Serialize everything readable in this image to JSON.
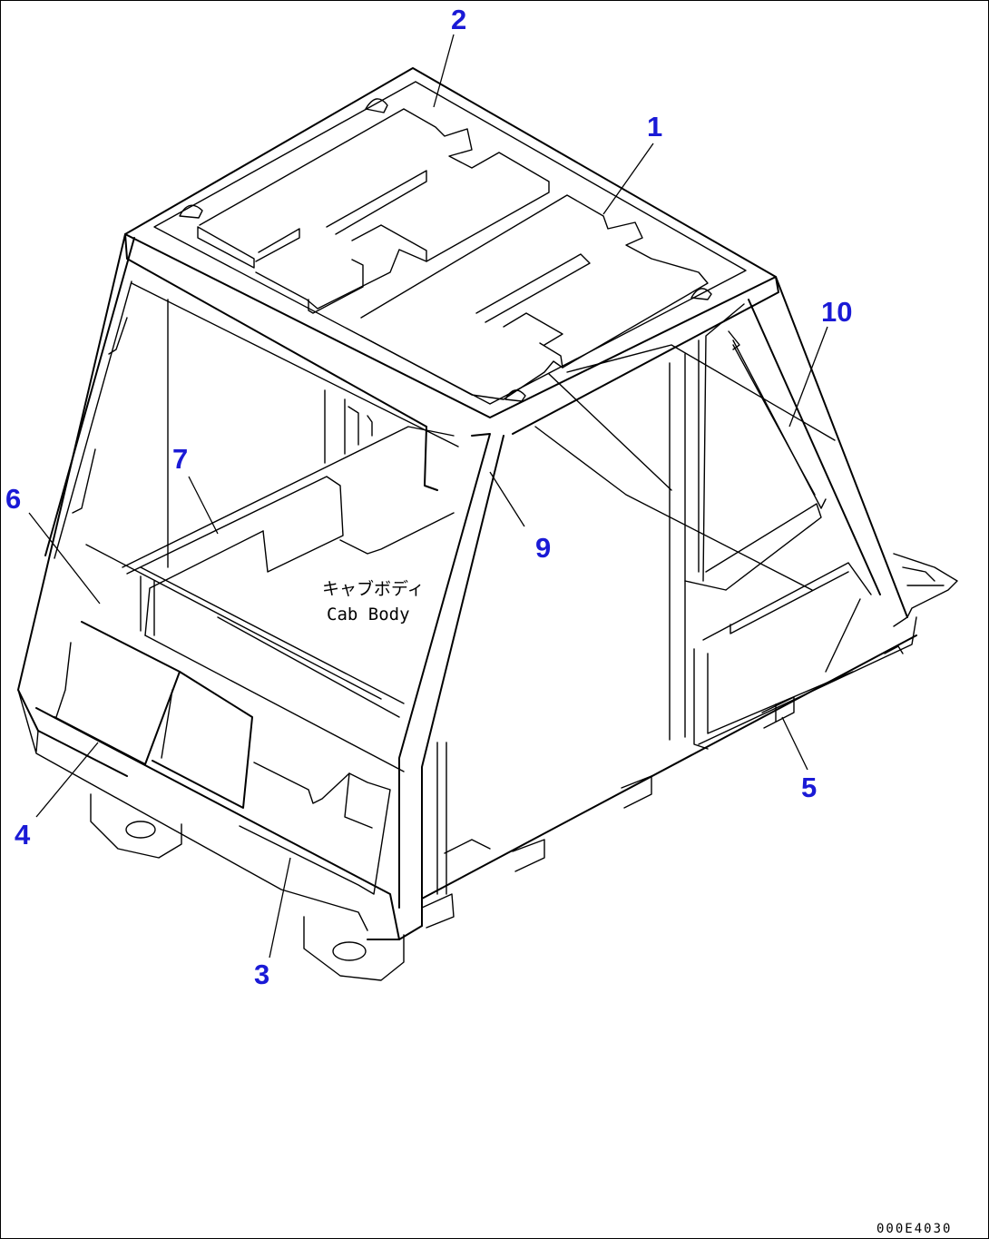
{
  "drawing": {
    "label_jp": "キャブボディ",
    "label_en": "Cab Body",
    "drawing_code": "000E4030",
    "callout_color": "#1a1ad6"
  },
  "callouts": [
    {
      "id": "1",
      "text": "1"
    },
    {
      "id": "2",
      "text": "2"
    },
    {
      "id": "3",
      "text": "3"
    },
    {
      "id": "4",
      "text": "4"
    },
    {
      "id": "5",
      "text": "5"
    },
    {
      "id": "6",
      "text": "6"
    },
    {
      "id": "7",
      "text": "7"
    },
    {
      "id": "9",
      "text": "9"
    },
    {
      "id": "10",
      "text": "10"
    }
  ]
}
